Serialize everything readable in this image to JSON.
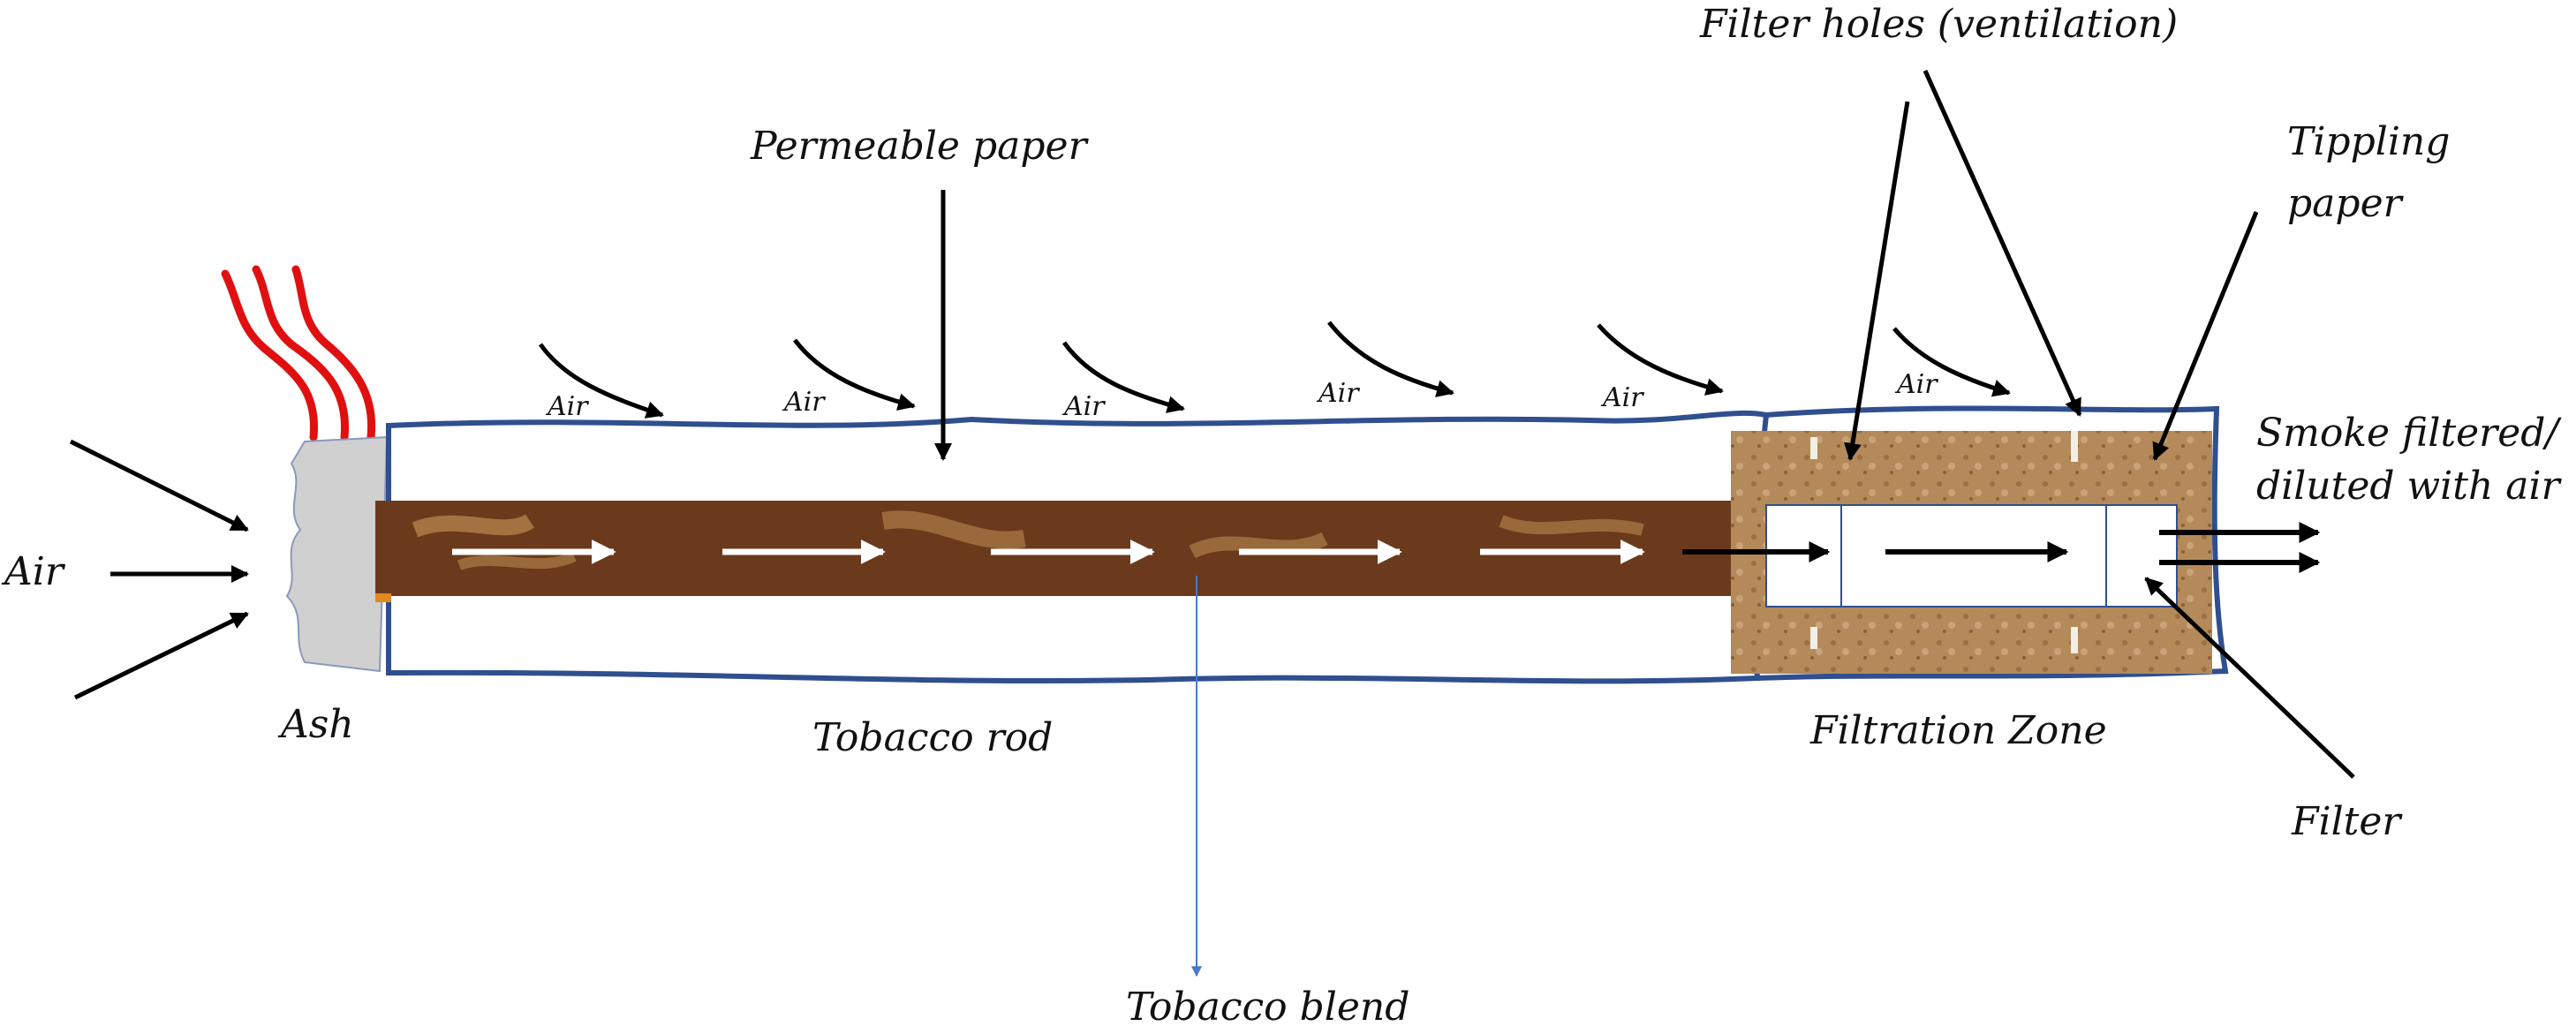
{
  "labels": {
    "filter_holes": "Filter holes (ventilation)",
    "permeable_paper": "Permeable paper",
    "tippling_paper_line1": "Tippling",
    "tippling_paper_line2": "paper",
    "smoke_line1": "Smoke filtered/",
    "smoke_line2": "diluted with air",
    "air_left": "Air",
    "ash": "Ash",
    "tobacco_rod": "Tobacco rod",
    "filtration_zone": "Filtration Zone",
    "filter": "Filter",
    "tobacco_blend": "Tobacco blend",
    "air_small": [
      "Air",
      "Air",
      "Air",
      "Air",
      "Air",
      "Air"
    ]
  },
  "colors": {
    "paper_outline": "#2f4f8f",
    "tobacco": "#6b3a1c",
    "tobacco_streak": "#c9975a",
    "filter_tan": "#b48a5a",
    "smoke": "#e01010",
    "ash": "#d0d0d0",
    "blend_pointer": "#4a78c8"
  }
}
